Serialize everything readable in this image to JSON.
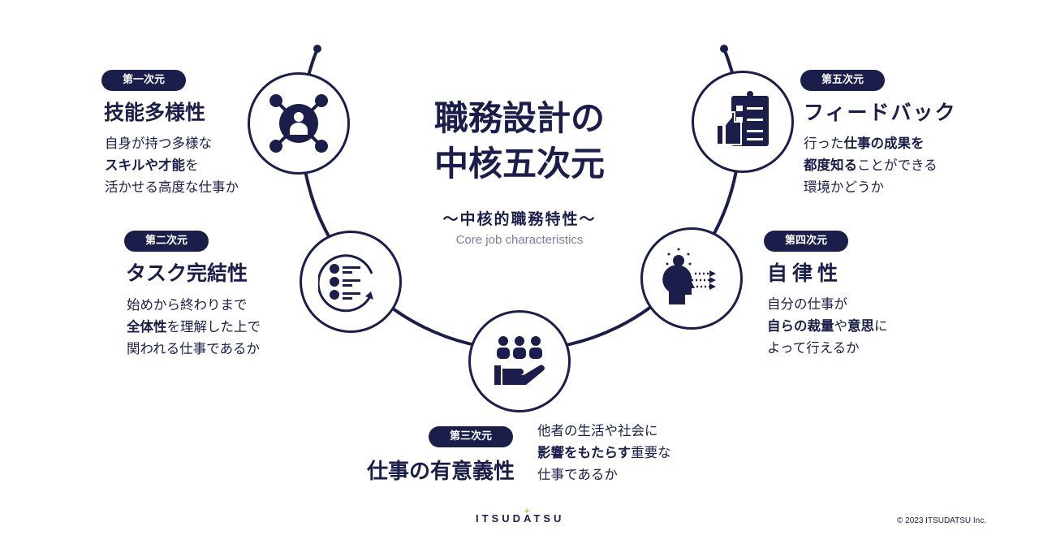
{
  "header": {
    "title_line1": "職務設計の",
    "title_line2": "中核五次元",
    "subtitle": "〜中核的職務特性〜",
    "subtitle_en": "Core job characteristics"
  },
  "dimensions": [
    {
      "badge": "第一次元",
      "title": "技能多様性",
      "icon": "network-person-icon",
      "lines": [
        [
          {
            "t": "自身が持つ多様な",
            "b": false
          }
        ],
        [
          {
            "t": "スキルや才能",
            "b": true
          },
          {
            "t": "を",
            "b": false
          }
        ],
        [
          {
            "t": "活かせる高度な仕事か",
            "b": false
          }
        ]
      ]
    },
    {
      "badge": "第二次元",
      "title": "タスク完結性",
      "icon": "checklist-cycle-icon",
      "lines": [
        [
          {
            "t": "始めから終わりまで",
            "b": false
          }
        ],
        [
          {
            "t": "全体性",
            "b": true
          },
          {
            "t": "を理解した上で",
            "b": false
          }
        ],
        [
          {
            "t": "関われる仕事であるか",
            "b": false
          }
        ]
      ]
    },
    {
      "badge": "第三次元",
      "title": "仕事の有意義性",
      "icon": "people-hand-icon",
      "lines": [
        [
          {
            "t": "他者の生活や社会に",
            "b": false
          }
        ],
        [
          {
            "t": "影響をもたらす",
            "b": true
          },
          {
            "t": "重要な",
            "b": false
          }
        ],
        [
          {
            "t": "仕事であるか",
            "b": false
          }
        ]
      ]
    },
    {
      "badge": "第四次元",
      "title": "自律性",
      "icon": "head-idea-icon",
      "lines": [
        [
          {
            "t": "自分の仕事が",
            "b": false
          }
        ],
        [
          {
            "t": "自らの裁量",
            "b": true
          },
          {
            "t": "や",
            "b": false
          },
          {
            "t": "意思",
            "b": true
          },
          {
            "t": "に",
            "b": false
          }
        ],
        [
          {
            "t": "よって行えるか",
            "b": false
          }
        ]
      ]
    },
    {
      "badge": "第五次元",
      "title": "フィードバック",
      "icon": "clipboard-thumbsup-icon",
      "lines": [
        [
          {
            "t": "行った",
            "b": false
          },
          {
            "t": "仕事の成果を",
            "b": true
          }
        ],
        [
          {
            "t": "都度知る",
            "b": true
          },
          {
            "t": "ことができる",
            "b": false
          }
        ],
        [
          {
            "t": "環境かどうか",
            "b": false
          }
        ]
      ]
    }
  ],
  "footer": {
    "logo": "ITSUDATSU",
    "copyright": "© 2023 ITSUDATSU Inc."
  },
  "colors": {
    "navy": "#1b1e4b",
    "gray": "#7a7ea3",
    "gold": "#e0b040"
  }
}
